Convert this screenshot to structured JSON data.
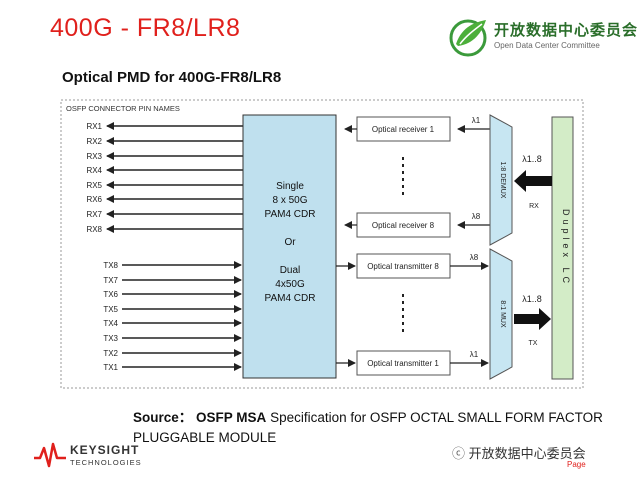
{
  "slide_title": "400G - FR8/LR8",
  "logo": {
    "name_cn": "开放数据中心委员会",
    "name_en": "Open Data Center Committee"
  },
  "subtitle": "Optical PMD for 400G-FR8/LR8",
  "diagram": {
    "pin_header": "OSFP CONNECTOR PIN NAMES",
    "rx_pins": [
      "RX1",
      "RX2",
      "RX3",
      "RX4",
      "RX5",
      "RX6",
      "RX7",
      "RX8"
    ],
    "tx_pins": [
      "TX8",
      "TX7",
      "TX6",
      "TX5",
      "TX4",
      "TX3",
      "TX2",
      "TX1"
    ],
    "cdr_lines": [
      "Single",
      "8 x 50G",
      "PAM4 CDR",
      "",
      "Or",
      "",
      "Dual",
      "4x50G",
      "PAM4 CDR"
    ],
    "receivers": [
      "Optical receiver 1",
      "Optical receiver 8"
    ],
    "transmitters": [
      "Optical transmitter 8",
      "Optical transmitter 1"
    ],
    "rx_lambdas": [
      "λ1",
      "λ8"
    ],
    "tx_lambdas": [
      "λ8",
      "λ1"
    ],
    "demux_label": "1:8 DEMUX",
    "mux_label": "8:1 MUX",
    "rx_combined": "λ1..8",
    "tx_combined": "λ1..8",
    "rx_label": "RX",
    "tx_label": "TX",
    "duplex_label": "Duplex LC"
  },
  "source": {
    "prefix": "Source：",
    "bold": "OSFP MSA",
    "text": " Specification for OSFP OCTAL SMALL FORM FACTOR PLUGGABLE MODULE"
  },
  "footer": {
    "company": "KEYSIGHT",
    "company_sub": "TECHNOLOGIES",
    "wechat": "开放数据中心委员会",
    "page_label": "Page"
  },
  "colors": {
    "title_red": "#e0201c",
    "cdr_fill": "#bfe0ee",
    "duplex_fill": "#d3ecc7",
    "logo_green": "#2a6e2a"
  }
}
